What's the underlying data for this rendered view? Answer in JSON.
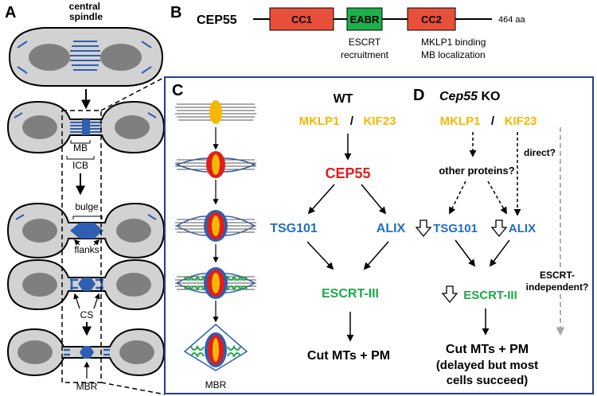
{
  "colors": {
    "panel_border": "#1f3f8f",
    "cell_fill": "#d2d2d2",
    "nucleus_fill": "#7f7f7f",
    "mt_blue": "#2e5fb0",
    "cc_red": "#e8503a",
    "eabr_green": "#1db14b",
    "mklp_yellow": "#f5b800",
    "cep55_red": "#e21c1c",
    "escrt_blue": "#1f6fc2",
    "escrt3_green": "#1ea84a",
    "arrow_grey": "#a6a6a6"
  },
  "panelA": {
    "label": "A",
    "spindle_label": "central\nspindle",
    "mb": "MB",
    "icb": "ICB",
    "bulge": "bulge",
    "flanks": "flanks",
    "cs": "CS",
    "mbr": "MBR"
  },
  "panelB": {
    "label": "B",
    "protein": "CEP55",
    "domains": [
      "CC1",
      "EABR",
      "CC2"
    ],
    "length": "464 aa",
    "escrt_line1": "ESCRT",
    "escrt_line2": "recruitment",
    "mklp_line1": "MKLP1 binding",
    "mklp_line2": "MB localization"
  },
  "panelC": {
    "label": "C",
    "title": "WT",
    "mklp1": "MKLP1",
    "slash": "/",
    "kif23": "KIF23",
    "cep55": "CEP55",
    "tsg101": "TSG101",
    "alix": "ALIX",
    "escrt3": "ESCRT-III",
    "outcome": "Cut MTs + PM",
    "mbr": "MBR"
  },
  "panelD": {
    "label": "D",
    "title_italic": "Cep55",
    "title_rest": " KO",
    "mklp1": "MKLP1",
    "slash": "/",
    "kif23": "KIF23",
    "direct": "direct?",
    "other": "other proteins?",
    "tsg101": "TSG101",
    "alix": "ALIX",
    "escrt3": "ESCRT-III",
    "independent_line1": "ESCRT-",
    "independent_line2": "independent?",
    "outcome1": "Cut MTs + PM",
    "outcome2": "(delayed but most",
    "outcome3": "cells succeed)"
  }
}
